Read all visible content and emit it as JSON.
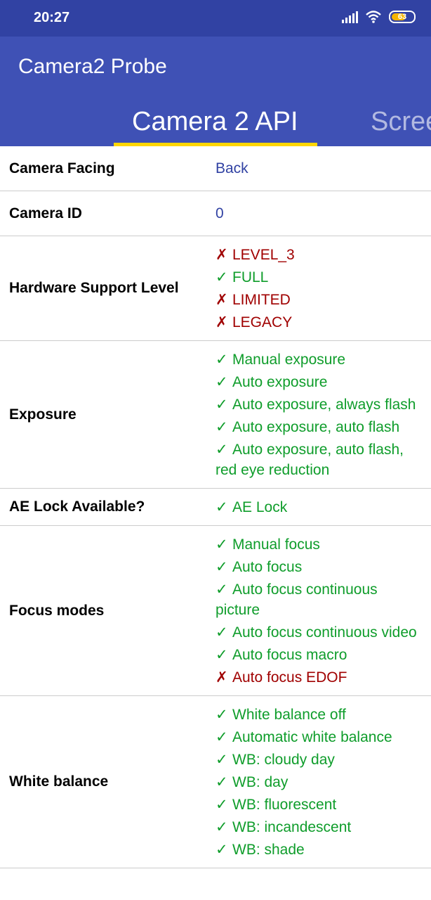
{
  "status": {
    "time": "20:27",
    "battery": "63"
  },
  "app": {
    "title": "Camera2 Probe"
  },
  "tabs": [
    {
      "label": "Camera 2 API"
    },
    {
      "label": "Scree"
    }
  ],
  "marks": {
    "yes": "✓",
    "no": "✗"
  },
  "colors": {
    "statusbar": "#3142a3",
    "appbar": "#3f51b5",
    "indicator": "#ffd600",
    "supported": "#0f9d2b",
    "unsupported": "#a00000",
    "value": "#3142a3"
  },
  "rows": [
    {
      "label": "Camera Facing",
      "value": "Back"
    },
    {
      "label": "Camera ID",
      "value": "0"
    },
    {
      "label": "Hardware Support Level",
      "items": [
        {
          "text": "LEVEL_3",
          "ok": false
        },
        {
          "text": "FULL",
          "ok": true
        },
        {
          "text": "LIMITED",
          "ok": false
        },
        {
          "text": "LEGACY",
          "ok": false
        }
      ]
    },
    {
      "label": "Exposure",
      "items": [
        {
          "text": "Manual exposure",
          "ok": true
        },
        {
          "text": "Auto exposure",
          "ok": true
        },
        {
          "text": "Auto exposure, always flash",
          "ok": true
        },
        {
          "text": "Auto exposure, auto flash",
          "ok": true
        },
        {
          "text": "Auto exposure, auto flash, red eye reduction",
          "ok": true
        }
      ]
    },
    {
      "label": "AE Lock Available?",
      "items": [
        {
          "text": "AE Lock",
          "ok": true
        }
      ]
    },
    {
      "label": "Focus modes",
      "items": [
        {
          "text": "Manual focus",
          "ok": true
        },
        {
          "text": "Auto focus",
          "ok": true
        },
        {
          "text": "Auto focus continuous picture",
          "ok": true
        },
        {
          "text": "Auto focus continuous video",
          "ok": true
        },
        {
          "text": "Auto focus macro",
          "ok": true
        },
        {
          "text": "Auto focus EDOF",
          "ok": false
        }
      ]
    },
    {
      "label": "White balance",
      "items": [
        {
          "text": "White balance off",
          "ok": true
        },
        {
          "text": "Automatic white balance",
          "ok": true
        },
        {
          "text": "WB: cloudy day",
          "ok": true
        },
        {
          "text": "WB: day",
          "ok": true
        },
        {
          "text": "WB: fluorescent",
          "ok": true
        },
        {
          "text": "WB: incandescent",
          "ok": true
        },
        {
          "text": "WB: shade",
          "ok": true
        }
      ]
    }
  ]
}
